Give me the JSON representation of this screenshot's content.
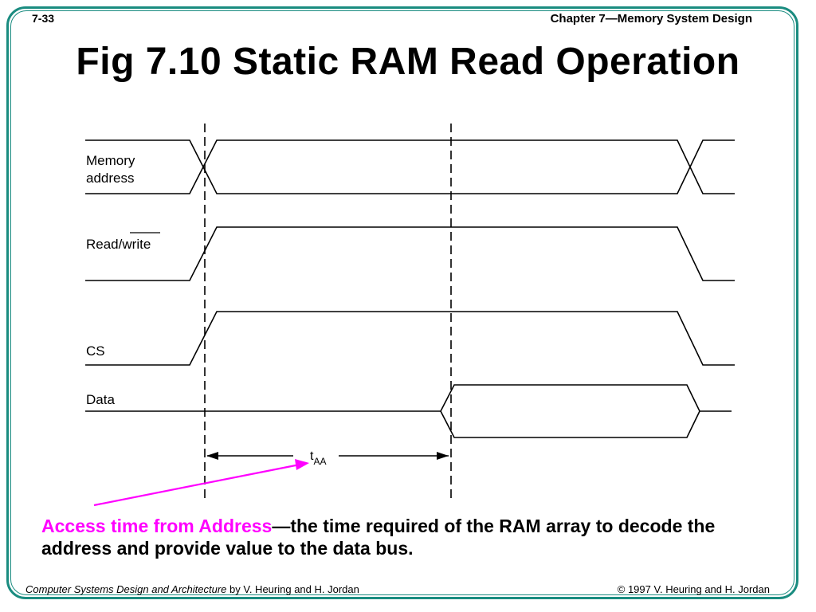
{
  "header": {
    "slide_number": "7-33",
    "chapter": "Chapter 7—Memory System Design"
  },
  "title": "Fig 7.10  Static RAM Read Operation",
  "diagram": {
    "signals": [
      {
        "line1": "Memory",
        "line2": "address"
      },
      {
        "label_read": "Read/",
        "label_write": "write"
      },
      {
        "label": "CS"
      },
      {
        "label": "Data"
      }
    ],
    "timing": {
      "t": "t",
      "sub": "AA"
    }
  },
  "caption": {
    "highlight": "Access time from Address",
    "rest": "—the time required of the RAM array to decode the address and provide value to the data bus."
  },
  "footer": {
    "book": "Computer Systems Design and Architecture",
    "authors": " by V. Heuring and H. Jordan",
    "copyright": "© 1997 V. Heuring and H. Jordan"
  },
  "colors": {
    "frame": "#1a8c80",
    "highlight": "#ff00ff"
  }
}
